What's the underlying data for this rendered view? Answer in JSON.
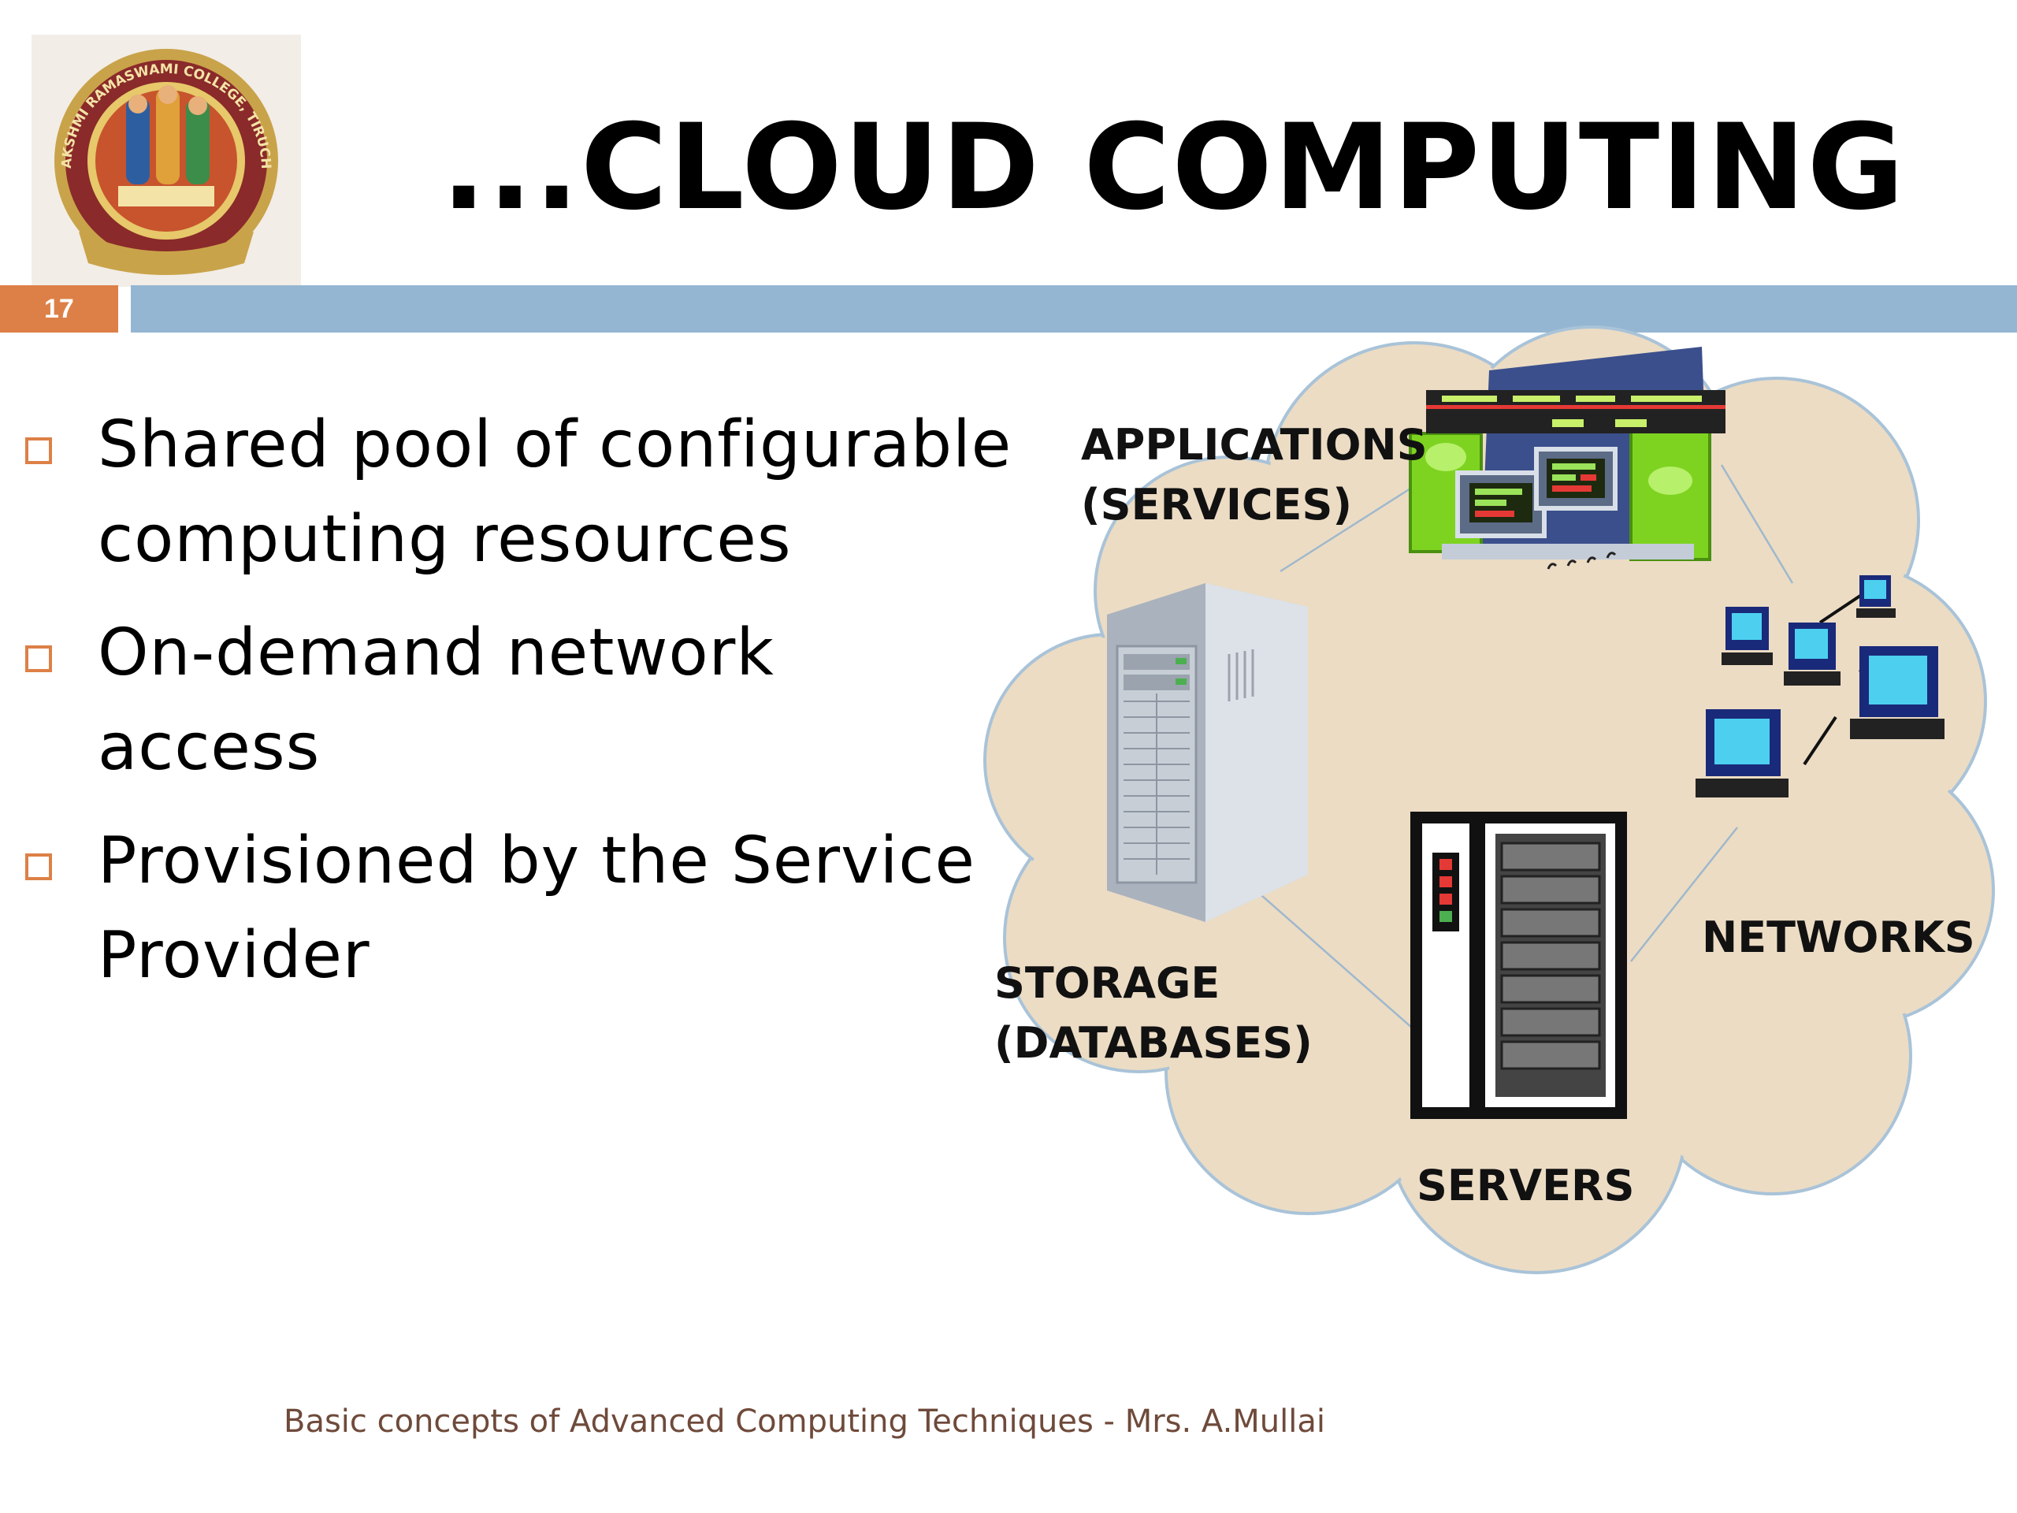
{
  "slide": {
    "number": "17",
    "title": "...CLOUD COMPUTING",
    "bullets": [
      "Shared pool of configurable computing resources",
      "On-demand network access",
      "Provisioned by the Service Provider"
    ],
    "footer": "Basic concepts of Advanced Computing Techniques - Mrs. A.Mullai"
  },
  "logo": {
    "ring_text": "SEETHALAKSHMI RAMASWAMI COLLEGE, TIRUCHIRAPALLI",
    "icon": "college-seal-icon"
  },
  "diagram": {
    "labels": {
      "applications": "APPLICATIONS",
      "services": "(SERVICES)",
      "storage": "STORAGE",
      "databases": "(DATABASES)",
      "networks": "NETWORKS",
      "servers": "SERVERS"
    },
    "icons": [
      "cloud-icon",
      "applications-icon",
      "storage-tower-icon",
      "network-computers-icon",
      "server-rack-icon"
    ]
  },
  "colors": {
    "accent_orange": "#dd8047",
    "header_blue": "#94b6d2",
    "cloud_fill": "#ecdcc4",
    "cloud_stroke": "#a9c3d8",
    "footer_text": "#6f4a3a"
  }
}
